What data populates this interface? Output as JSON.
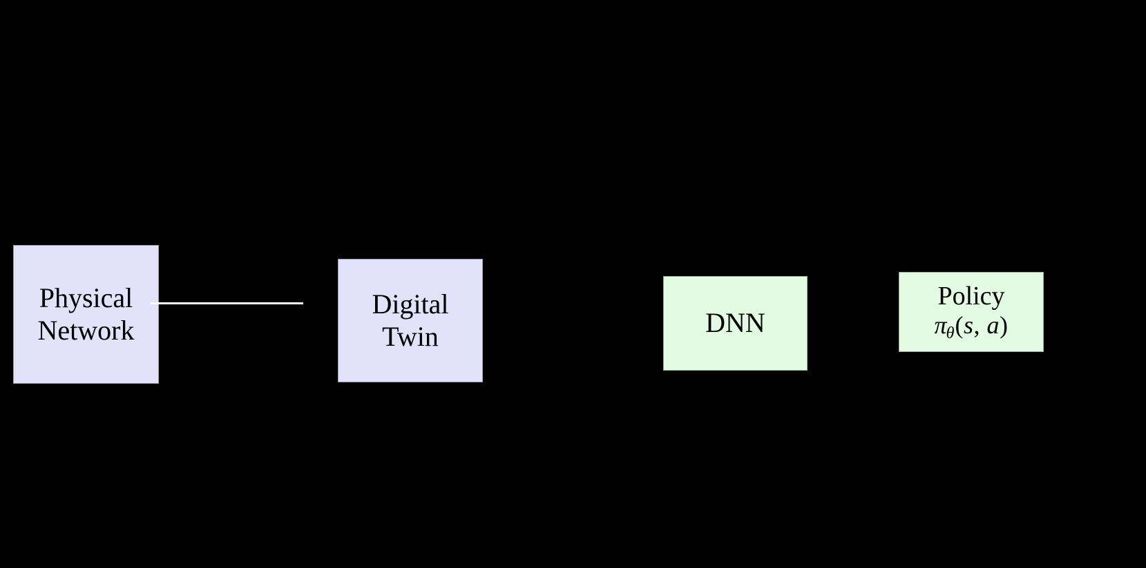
{
  "diagram": {
    "background_color": "#000000",
    "nodes": [
      {
        "id": "physical-network",
        "line1": "Physical",
        "line2": "Network",
        "fill": "#E2E2FA",
        "text_color": "#000000"
      },
      {
        "id": "digital-twin",
        "line1": "Digital",
        "line2": "Twin",
        "fill": "#E2E2FA",
        "text_color": "#000000"
      },
      {
        "id": "dnn",
        "line1": "DNN",
        "line2": "",
        "fill": "#E2FBE2",
        "text_color": "#000000"
      },
      {
        "id": "policy",
        "line1": "Policy",
        "line2": "πθ(s, a)",
        "math_pi": "π",
        "math_theta": "θ",
        "math_open": "(",
        "math_s": "s",
        "math_comma": ",",
        "math_a": "a",
        "math_close": ")",
        "fill": "#E2FBE2",
        "text_color": "#000000"
      }
    ],
    "edges": [
      {
        "id": "physical-to-digital",
        "from": "physical-network",
        "to": "digital-twin",
        "color": "#ffffff",
        "style": "solid"
      }
    ]
  }
}
